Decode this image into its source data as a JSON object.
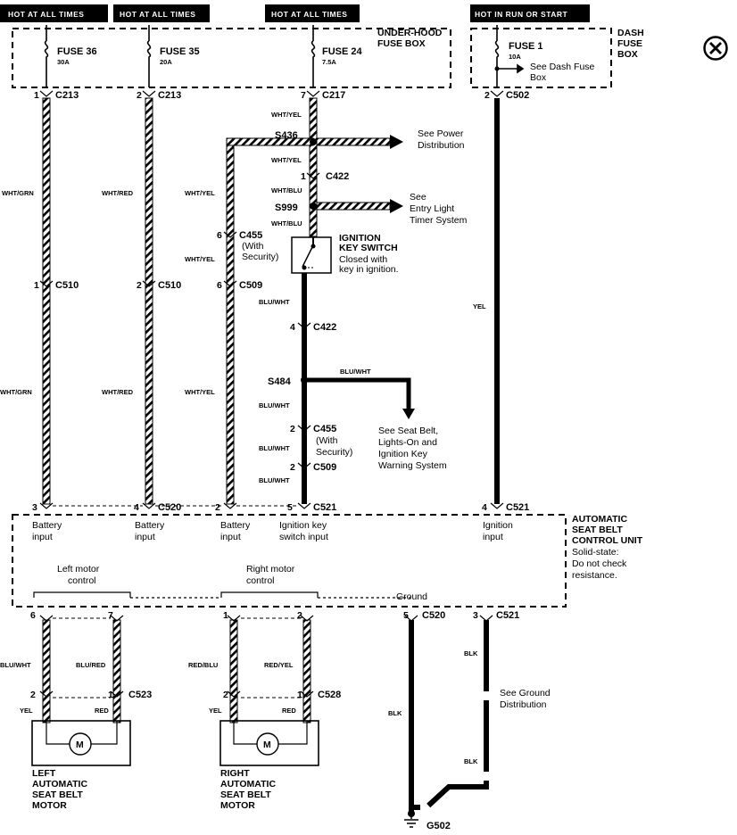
{
  "headers": {
    "h1": "HOT AT ALL TIMES",
    "h2": "HOT AT ALL TIMES",
    "h3": "HOT AT ALL TIMES",
    "h4": "HOT IN RUN OR START"
  },
  "fuse_boxes": {
    "underhood": [
      "UNDER-HOOD",
      "FUSE BOX"
    ],
    "dash": [
      "DASH",
      "FUSE",
      "BOX"
    ]
  },
  "fuses": {
    "f36": {
      "name": "FUSE 36",
      "amps": "30A"
    },
    "f35": {
      "name": "FUSE 35",
      "amps": "20A"
    },
    "f24": {
      "name": "FUSE 24",
      "amps": "7.5A"
    },
    "f1": {
      "name": "FUSE 1",
      "amps": "10A"
    },
    "f1_note": [
      "See Dash Fuse",
      "Box"
    ]
  },
  "connectors": {
    "c213a": "C213",
    "c213b": "C213",
    "c217": "C217",
    "c502a": "C502",
    "c422a": "C422",
    "c455a": "C455",
    "c455a_note": [
      "(With",
      "Security)"
    ],
    "c510a": "C510",
    "c510b": "C510",
    "c509a": "C509",
    "c422b": "C422",
    "c455b": "C455",
    "c455b_note": [
      "(With",
      "Security)"
    ],
    "c509b": "C509",
    "c520a": "C520",
    "c521a": "C521",
    "c521b": "C521",
    "c520b": "C520",
    "c521c": "C521",
    "c523": "C523",
    "c528": "C528"
  },
  "pins": {
    "p1": "1",
    "p2": "2",
    "p7": "7",
    "p2d": "2",
    "p422in": "1",
    "p455a": "6",
    "p510a": "1",
    "p510b": "2",
    "p509a": "6",
    "p422b": "4",
    "p455b": "2",
    "p509b": "2",
    "u3": "3",
    "u4": "4",
    "u2": "2",
    "u5": "5",
    "u4b": "4",
    "l6": "6",
    "l7": "7",
    "r1": "1",
    "r2": "2",
    "g5": "5",
    "g3": "3",
    "m2": "2",
    "m1": "1",
    "m2b": "2",
    "m1b": "1"
  },
  "splices": {
    "s436": "S436",
    "s999": "S999",
    "s484": "S484"
  },
  "wires": {
    "w_wg1": "WHT/GRN",
    "w_wg2": "WHT/GRN",
    "w_wr1": "WHT/RED",
    "w_wr2": "WHT/RED",
    "w_wy1": "WHT/YEL",
    "w_wy2": "WHT/YEL",
    "w_wy3": "WHT/YEL",
    "w_c1": "WHT/YEL",
    "w_c2": "WHT/YEL",
    "w_c3": "WHT/BLU",
    "w_c4": "WHT/BLU",
    "w_c5": "BLU/WHT",
    "w_c6": "BLU/WHT",
    "w_c7": "BLU/WHT",
    "w_c8": "BLU/WHT",
    "w_s484": "BLU/WHT",
    "w_yel": "YEL",
    "w_l6": "BLU/WHT",
    "w_l7": "BLU/RED",
    "w_r1": "RED/BLU",
    "w_r2": "RED/YEL",
    "w_my1": "YEL",
    "w_mr1": "RED",
    "w_my2": "YEL",
    "w_mr2": "RED",
    "w_blk1": "BLK",
    "w_blk2": "BLK",
    "w_blk3": "BLK"
  },
  "notes": {
    "power": [
      "See Power",
      "Distribution"
    ],
    "entry": [
      "See",
      "Entry Light",
      "Timer System"
    ],
    "ign_title": [
      "IGNITION",
      "KEY SWITCH"
    ],
    "ign_desc": [
      "Closed with",
      "key in ignition."
    ],
    "seatbelt": [
      "See Seat Belt,",
      "Lights-On and",
      "Ignition Key",
      "Warning System"
    ],
    "ground_dist": [
      "See Ground",
      "Distribution"
    ]
  },
  "control_unit": {
    "title": [
      "AUTOMATIC",
      "SEAT BELT",
      "CONTROL UNIT"
    ],
    "desc": [
      "Solid-state:",
      "Do not check",
      "resistance."
    ],
    "in1": [
      "Battery",
      "input"
    ],
    "in2": [
      "Battery",
      "input"
    ],
    "in3": [
      "Battery",
      "input"
    ],
    "in4": [
      "Ignition key",
      "switch input"
    ],
    "in5": [
      "Ignition",
      "input"
    ],
    "left_ctrl": [
      "Left motor",
      "control"
    ],
    "right_ctrl": [
      "Right motor",
      "control"
    ],
    "ground": "Ground"
  },
  "motors": {
    "left": [
      "LEFT",
      "AUTOMATIC",
      "SEAT BELT",
      "MOTOR"
    ],
    "right": [
      "RIGHT",
      "AUTOMATIC",
      "SEAT BELT",
      "MOTOR"
    ],
    "symbol": "M"
  },
  "ground_point": "G502",
  "close_icon_glyph": "⊗"
}
